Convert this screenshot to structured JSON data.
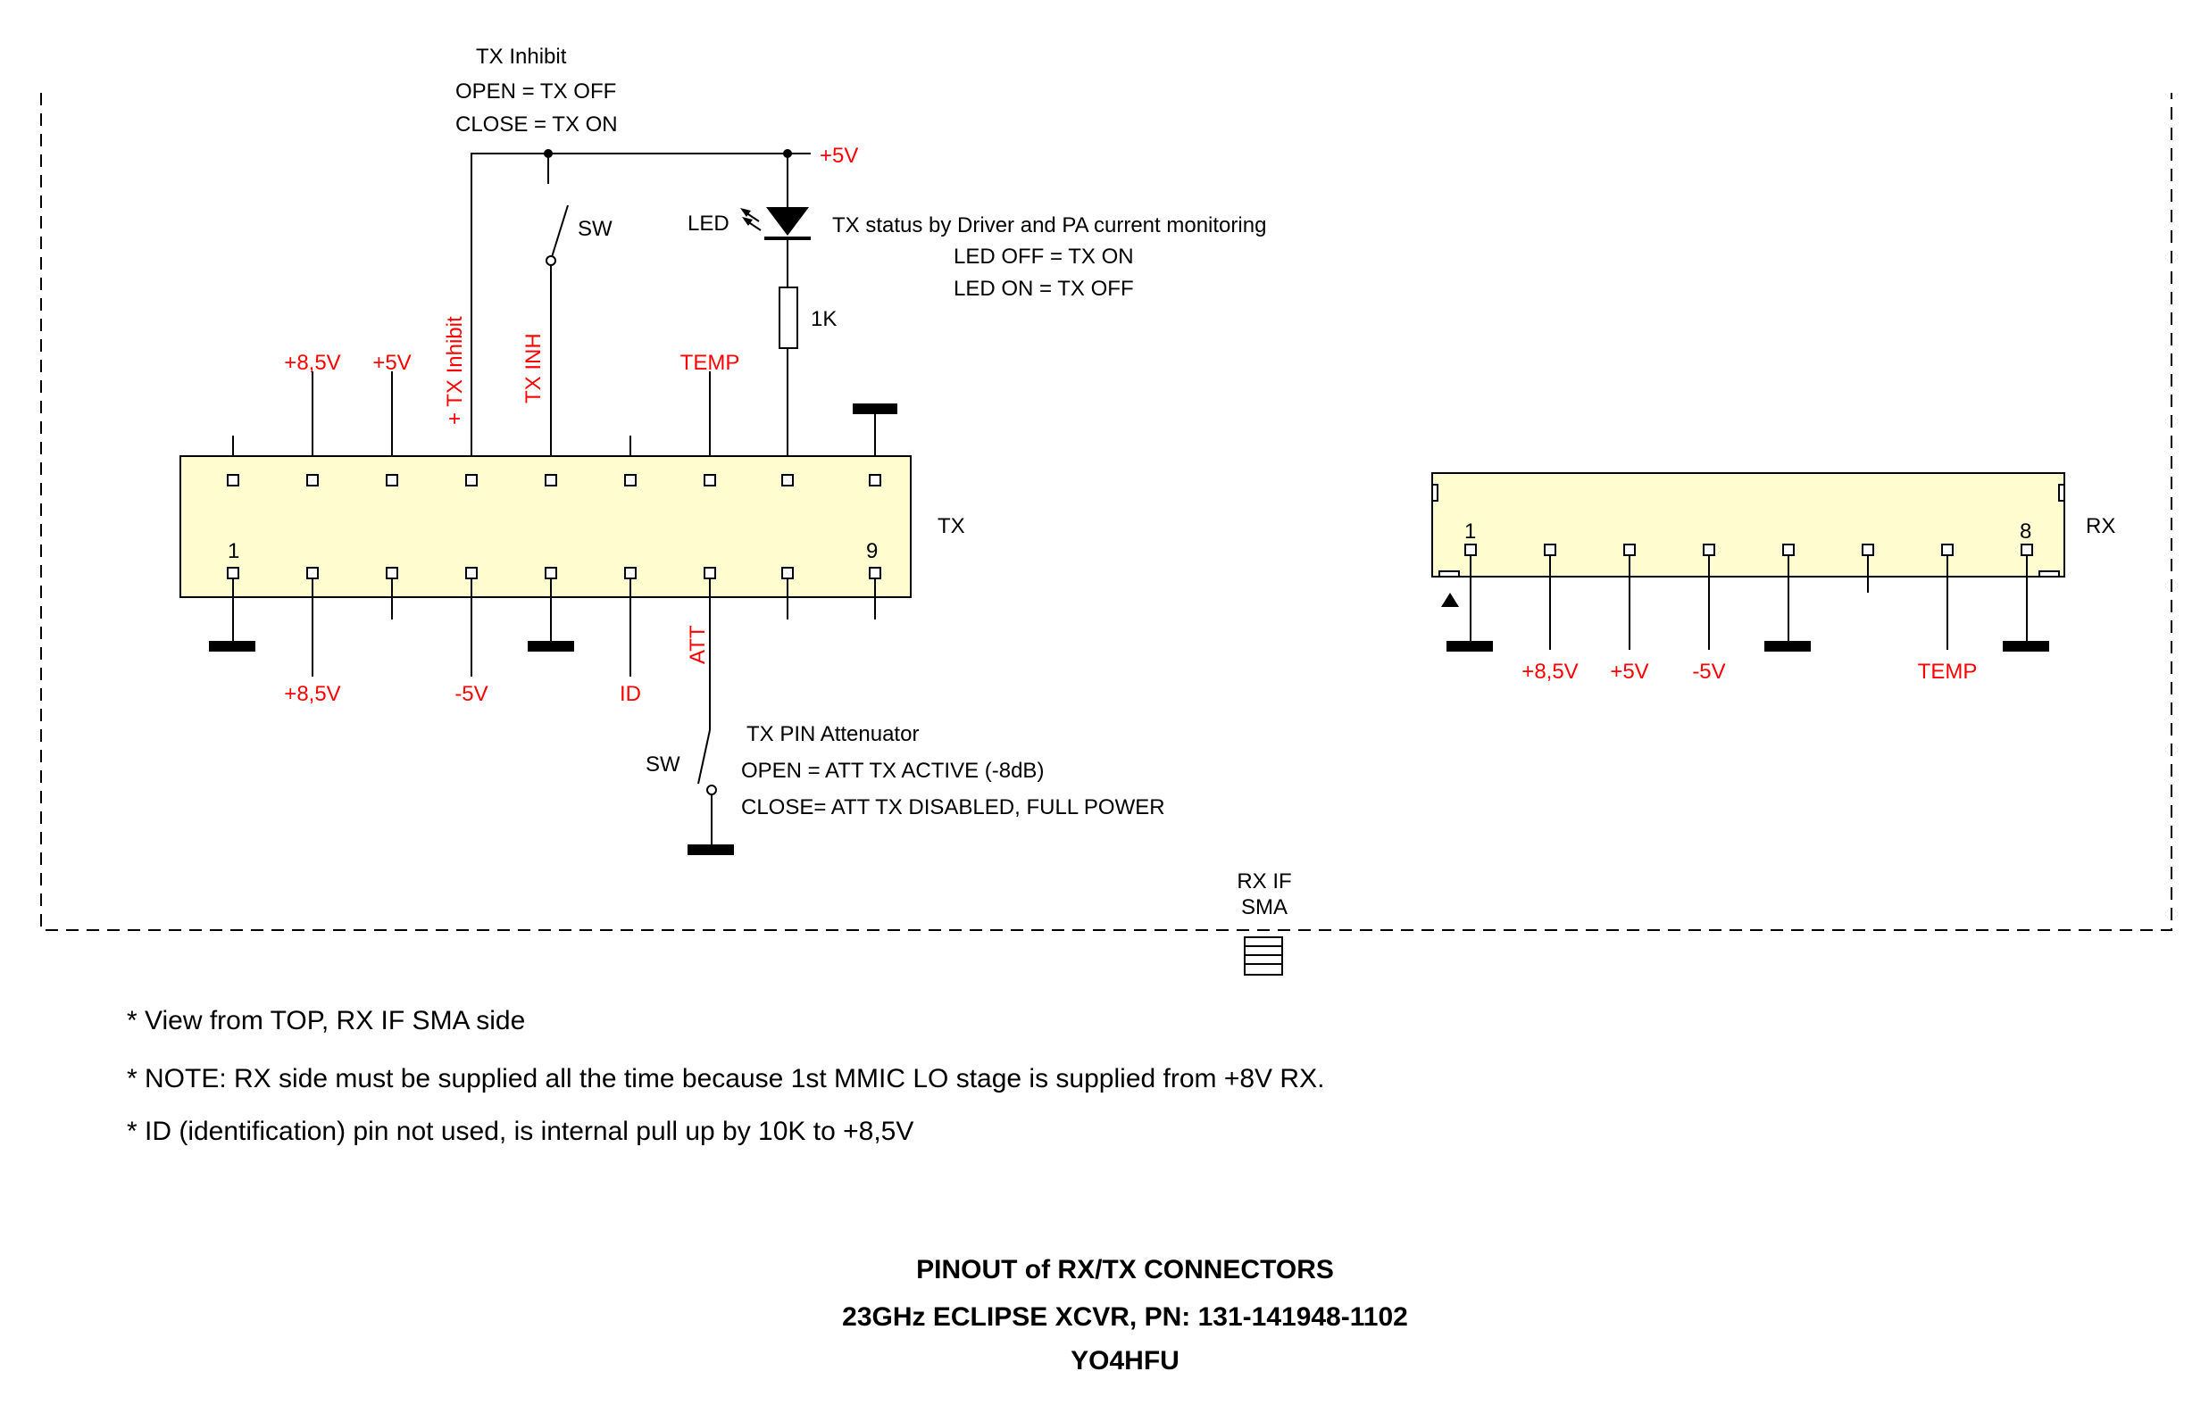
{
  "tx_inhibit": {
    "title": "TX Inhibit",
    "open": "OPEN = TX OFF",
    "close": "CLOSE = TX ON"
  },
  "supply_label": "+5V",
  "switch_label": "SW",
  "led": {
    "label": "LED",
    "status_title": "TX status by Driver and PA current monitoring",
    "off": "LED OFF = TX ON",
    "on": "LED ON = TX OFF"
  },
  "resistor_label": "1K",
  "tx_connector": {
    "name": "TX",
    "first_pin": "1",
    "last_pin": "9",
    "top_labels": {
      "p2": "+8,5V",
      "p3": "+5V",
      "p4": "+ TX Inhibit",
      "p5": "TX INH",
      "p7": "TEMP"
    },
    "bottom_labels": {
      "p2": "+8,5V",
      "p4": "-5V",
      "p6": "ID",
      "p7": "ATT"
    }
  },
  "attenuator": {
    "title": "TX PIN Attenuator",
    "open": "OPEN = ATT TX ACTIVE (-8dB)",
    "close": "CLOSE= ATT TX DISABLED, FULL POWER"
  },
  "rx_connector": {
    "name": "RX",
    "first_pin": "1",
    "last_pin": "8",
    "bottom_labels": {
      "p2": "+8,5V",
      "p3": "+5V",
      "p4": "-5V",
      "p7": "TEMP"
    }
  },
  "sma": {
    "line1": "RX IF",
    "line2": "SMA"
  },
  "notes": [
    "* View from TOP, RX IF SMA side",
    "* NOTE: RX side must be supplied all the time because 1st MMIC LO stage is supplied from +8V RX.",
    "* ID (identification) pin not used, is internal pull up by 10K to +8,5V"
  ],
  "footer": {
    "line1": "PINOUT of RX/TX CONNECTORS",
    "line2": "23GHz ECLIPSE XCVR, PN: 131-141948-1102",
    "line3": "YO4HFU"
  },
  "colors": {
    "label_red": "#ff0000",
    "connector_fill": "#fffdd0"
  }
}
